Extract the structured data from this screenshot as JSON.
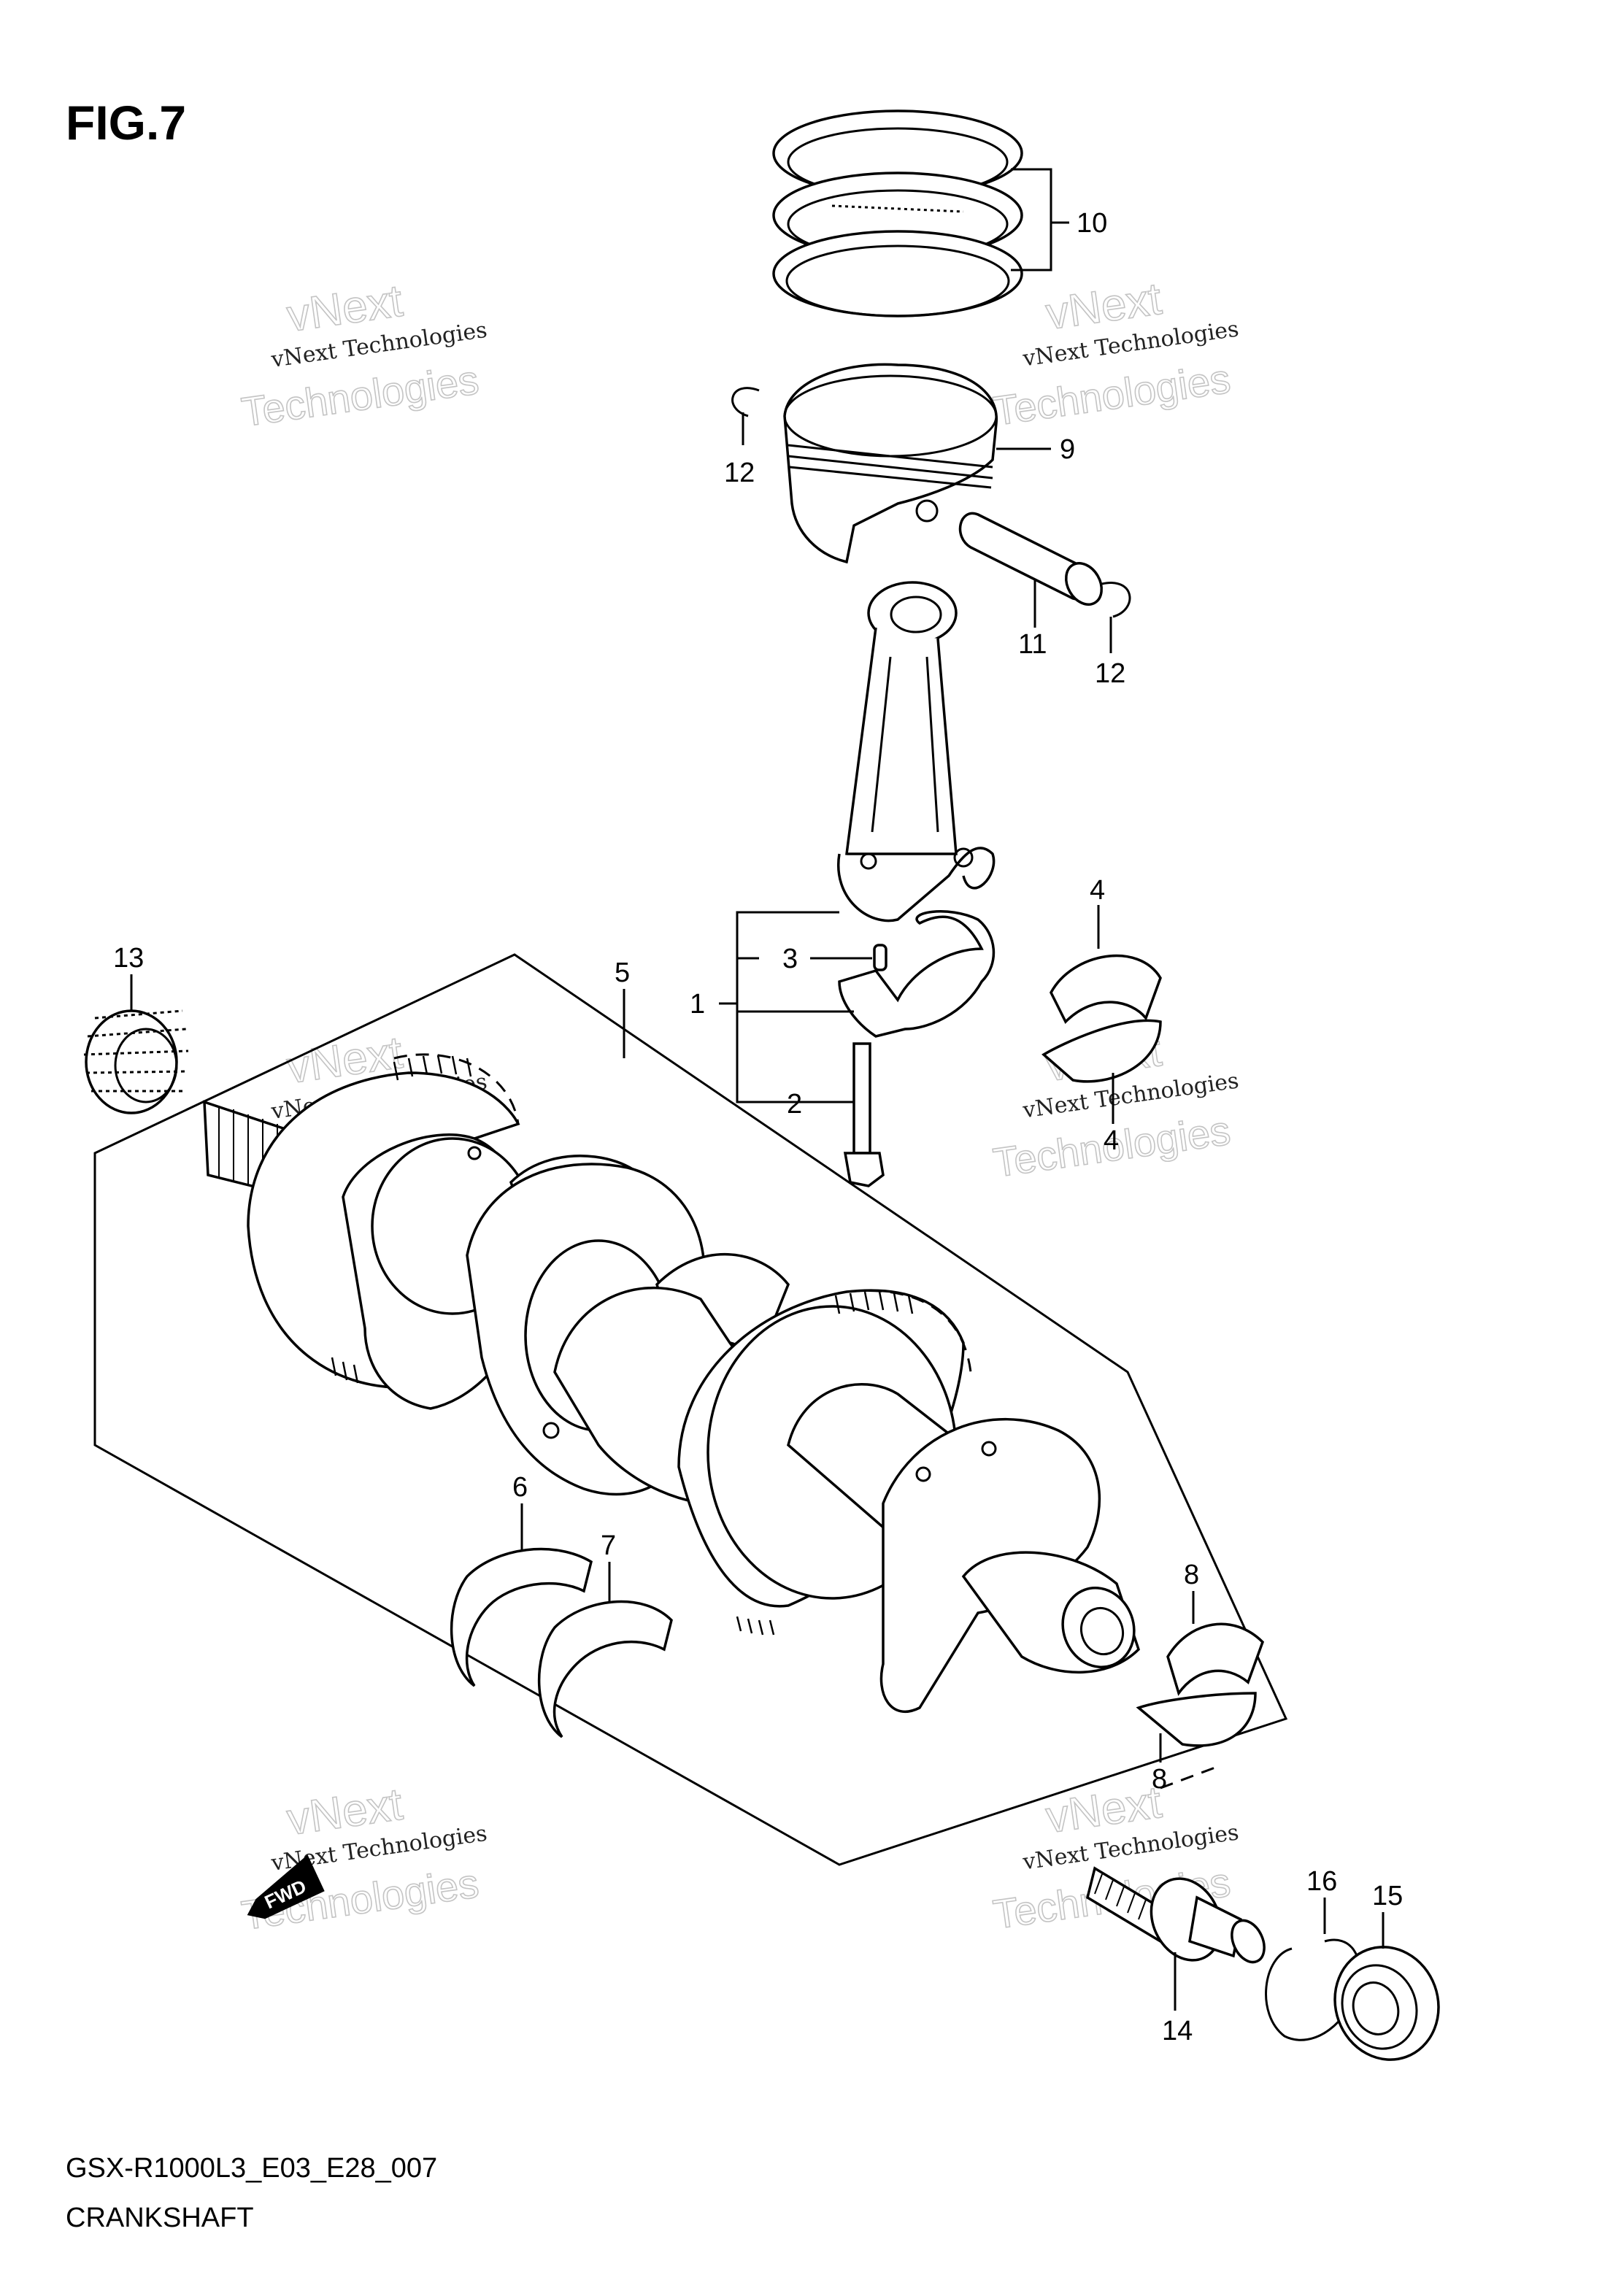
{
  "figure": {
    "title": "FIG.7",
    "model_code": "GSX-R1000L3_E03_E28_007",
    "section": "CRANKSHAFT"
  },
  "callouts": {
    "c1": "1",
    "c2": "2",
    "c3": "3",
    "c4a": "4",
    "c4b": "4",
    "c5": "5",
    "c6": "6",
    "c7": "7",
    "c8a": "8",
    "c8b": "8",
    "c9": "9",
    "c10": "10",
    "c11": "11",
    "c12a": "12",
    "c12b": "12",
    "c13": "13",
    "c14": "14",
    "c15": "15",
    "c16": "16"
  },
  "watermark": {
    "line1": "vNext",
    "line2": "vNext Technologies",
    "line3": "Technologies"
  },
  "arrow_label": "FWD"
}
